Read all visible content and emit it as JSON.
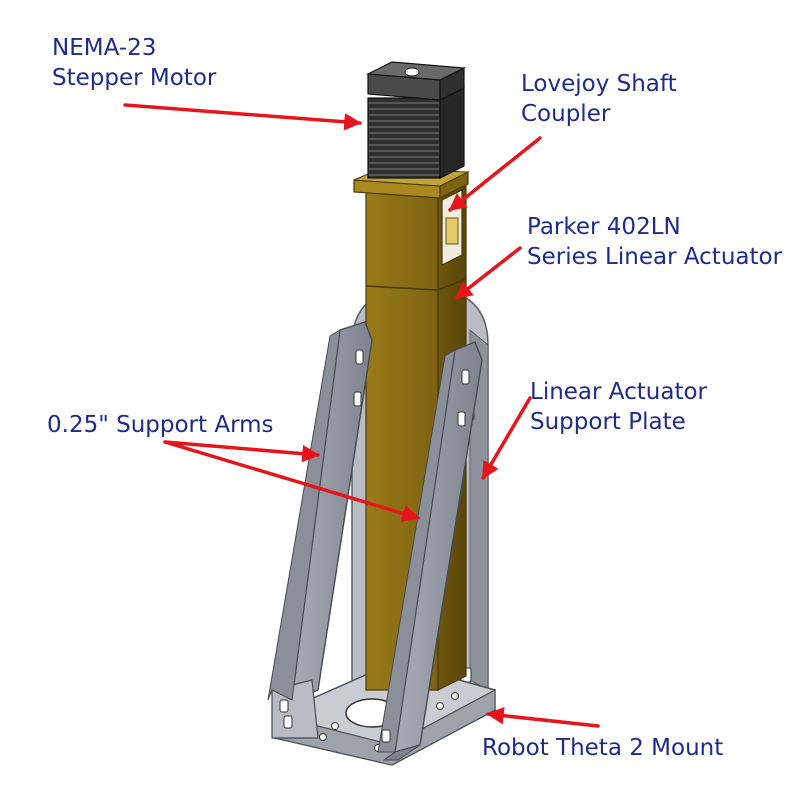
{
  "labels": {
    "motor": [
      "NEMA-23",
      "Stepper Motor"
    ],
    "coupler": [
      "Lovejoy Shaft",
      "Coupler"
    ],
    "actuator": [
      "Parker 402LN",
      "Series Linear Actuator"
    ],
    "arms": "0.25\" Support Arms",
    "plate": [
      "Linear Actuator",
      "Support Plate"
    ],
    "mount": "Robot Theta 2 Mount"
  },
  "colors": {
    "label_text": "#1f2a8a",
    "arrow": "#e8141b",
    "actuator_body": "#9a7a18",
    "actuator_shade": "#6e560e",
    "motor": "#3a3a3a",
    "plate": "#b9bcc4",
    "arm": "#9fa3ad"
  }
}
